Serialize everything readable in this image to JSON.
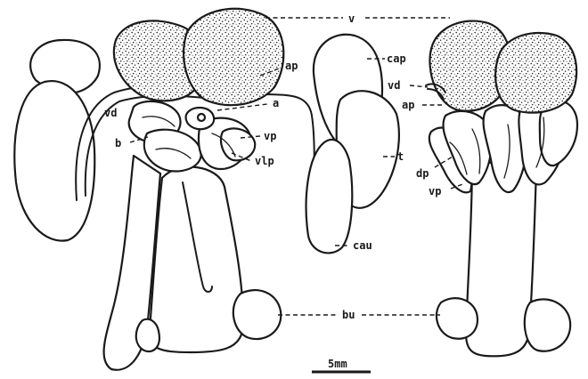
{
  "colors": {
    "ink": "#1a1a1a",
    "paper": "#ffffff"
  },
  "labels": {
    "v": "v",
    "cap": "cap",
    "ap_left": "ap",
    "a": "a",
    "vd_left": "vd",
    "vp_left": "vp",
    "b": "b",
    "vlp": "vlp",
    "t": "t",
    "cau": "cau",
    "vd_right": "vd",
    "ap_right": "ap",
    "dp": "dp",
    "vp_right": "vp",
    "bu": "bu"
  },
  "scale_bar": {
    "label": "5mm"
  }
}
